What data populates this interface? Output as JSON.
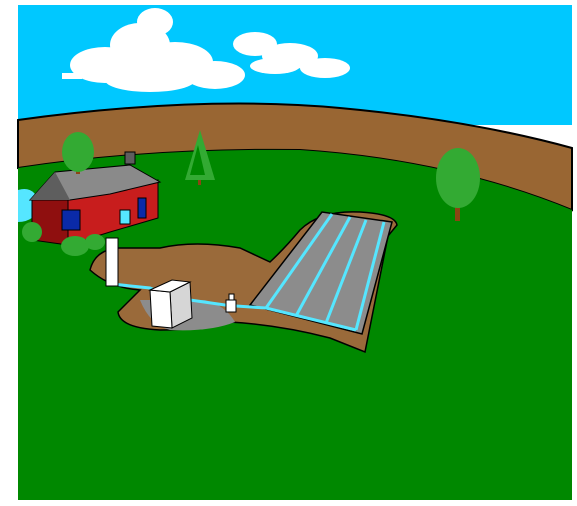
{
  "scene": {
    "colors": {
      "sky": "#00c8ff",
      "cloud": "#ffffff",
      "hills": "#996633",
      "grass": "#008800",
      "grass_dark": "#006600",
      "soil": "#9a6a3a",
      "gravel": "#8c8c8c",
      "pipe": "#55e6ff",
      "house_wall": "#c81d1d",
      "house_wall_dark": "#8f0f0f",
      "roof": "#8a8a8a",
      "roof_dark": "#5e5e5e",
      "window": "#0a2aa8",
      "tank": "#ffffff",
      "tank_shade": "#d6d6d6",
      "tree_leaf": "#33aa33",
      "tree_trunk": "#8b4513",
      "outline": "#000000"
    },
    "elements": [
      "sky",
      "clouds",
      "hills",
      "lawn",
      "house",
      "trees",
      "septic-tank",
      "distribution-box",
      "drain-field",
      "house-drain-pipe"
    ]
  }
}
